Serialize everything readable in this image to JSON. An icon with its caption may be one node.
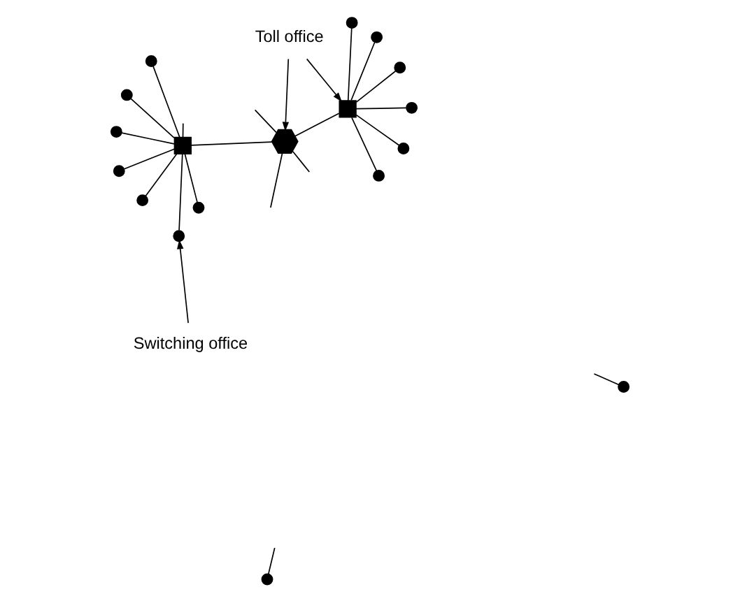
{
  "diagram": {
    "nodes": [
      {
        "text": [
          "Switching office"
        ]
      },
      {
        "text": [],
        "shape": "circle"
      },
      {
        "text": [],
        "shape": "circle"
      },
      {
        "text": [],
        "shape": "circle"
      },
      {
        "text": [],
        "shape": "box"
      },
      {
        "text": [],
        "shape": "circle"
      },
      {
        "text": [],
        "shape": "circle"
      },
      {
        "text": [],
        "shape": "circle"
      },
      {
        "text": [],
        "shape": "circle"
      },
      {
        "text": [],
        "shape": "circle"
      },
      {
        "text": [],
        "shape": "circle"
      },
      {
        "text": [],
        "shape": "circle"
      },
      {
        "text": [],
        "shape": "circle"
      },
      {
        "text": [],
        "shape": "box"
      },
      {
        "text": [],
        "shape": "circle"
      },
      {
        "text": [],
        "shape": "circle"
      },
      {
        "text": [],
        "shape": "circle"
      },
      {
        "text": [
          "Toll office"
        ]
      },
      {
        "text": [],
        "shape": "circle"
      },
      {
        "text": [],
        "shape": "hexagon"
      }
    ],
    "edges": [
      {
        "from": 0,
        "to": 2,
        "arrow": "to"
      },
      {
        "from": 17,
        "to": 13,
        "arrow": "to"
      },
      {
        "from": 17,
        "to": 19,
        "arrow": "to"
      },
      {
        "from": 4,
        "to": 1,
        "arrow": "none"
      },
      {
        "from": 4,
        "to": 2,
        "arrow": "none"
      },
      {
        "from": 4,
        "to": 3,
        "arrow": "none"
      },
      {
        "from": 4,
        "to": 6,
        "arrow": "none"
      },
      {
        "from": 4,
        "to": 7,
        "arrow": "none"
      },
      {
        "from": 4,
        "to": 9,
        "arrow": "none"
      },
      {
        "from": 4,
        "to": 14,
        "arrow": "none"
      },
      {
        "from": 4,
        "to": 19,
        "arrow": "none"
      },
      {
        "from": 4,
        "to": null,
        "arrow": "none"
      },
      {
        "from": 13,
        "to": 5,
        "arrow": "none"
      },
      {
        "from": 13,
        "to": 8,
        "arrow": "none"
      },
      {
        "from": 13,
        "to": 10,
        "arrow": "none"
      },
      {
        "from": 13,
        "to": 11,
        "arrow": "none"
      },
      {
        "from": 13,
        "to": 12,
        "arrow": "none"
      },
      {
        "from": 13,
        "to": 16,
        "arrow": "none"
      },
      {
        "from": 13,
        "to": 19,
        "arrow": "none"
      },
      {
        "from": 19,
        "to": null,
        "arrow": "none"
      },
      {
        "from": 19,
        "to": null,
        "arrow": "none"
      },
      {
        "from": 19,
        "to": null,
        "arrow": "none"
      },
      {
        "from": 15,
        "to": null,
        "arrow": "none"
      },
      {
        "from": 18,
        "to": null,
        "arrow": "none"
      }
    ]
  }
}
